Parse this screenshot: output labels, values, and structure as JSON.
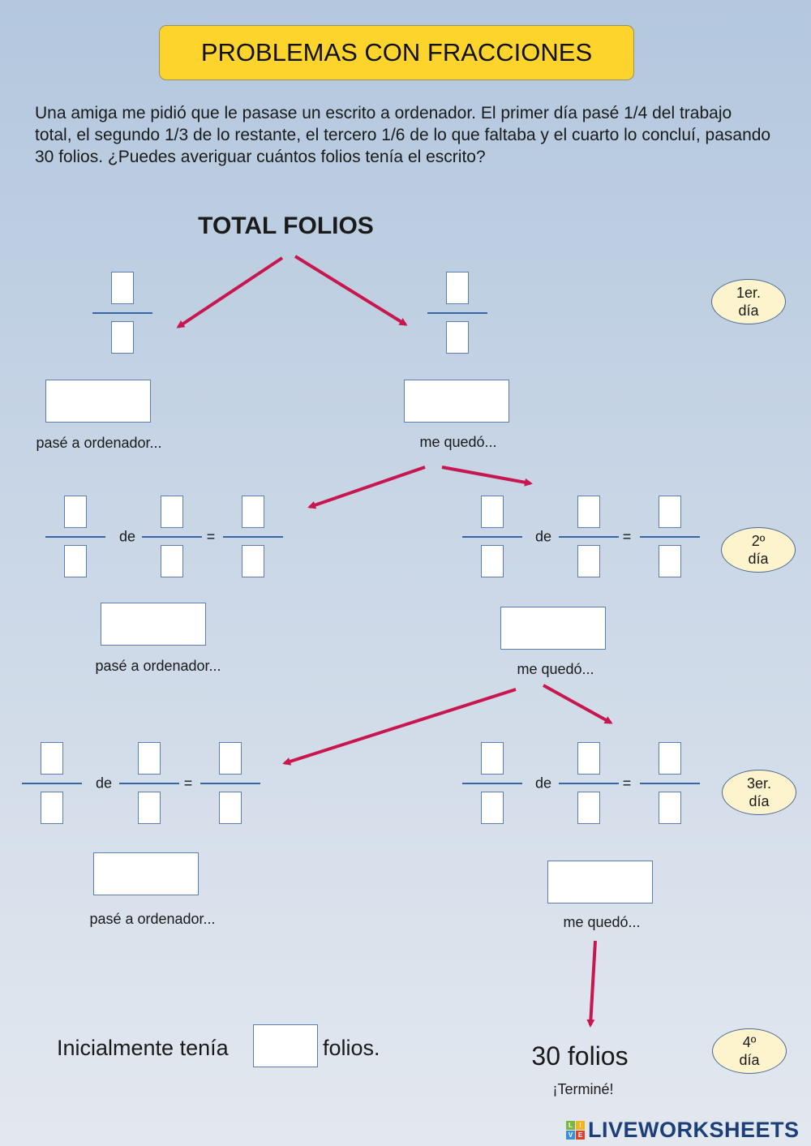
{
  "title": "PROBLEMAS CON FRACCIONES",
  "intro": "Una amiga me pidió que le pasase un escrito a ordenador. El primer día pasé 1/4 del trabajo total, el segundo 1/3 de lo restante, el tercero 1/6 de lo que faltaba y el cuarto lo concluí, pasando 30 folios. ¿Puedes averiguar cuántos folios tenía el escrito?",
  "total_label": "TOTAL FOLIOS",
  "labels": {
    "passed": "pasé a ordenador...",
    "remaining": "me quedó...",
    "of": "de",
    "equals": "="
  },
  "days": [
    {
      "line1": "1er.",
      "line2": "día"
    },
    {
      "line1": "2º",
      "line2": "día"
    },
    {
      "line1": "3er.",
      "line2": "día"
    },
    {
      "line1": "4º",
      "line2": "día"
    }
  ],
  "final": {
    "prefix": "Inicialmente tenía",
    "suffix": "folios.",
    "last_day": "30 folios",
    "done": "¡Terminé!"
  },
  "logo": {
    "text": "LIVEWORKSHEETS",
    "tiles": [
      "L",
      "I",
      "V",
      "E"
    ]
  },
  "colors": {
    "arrow": "#c8174f",
    "title_bg": "#fdd42b",
    "badge_bg": "#fdf3cc",
    "line": "#3466a8"
  }
}
